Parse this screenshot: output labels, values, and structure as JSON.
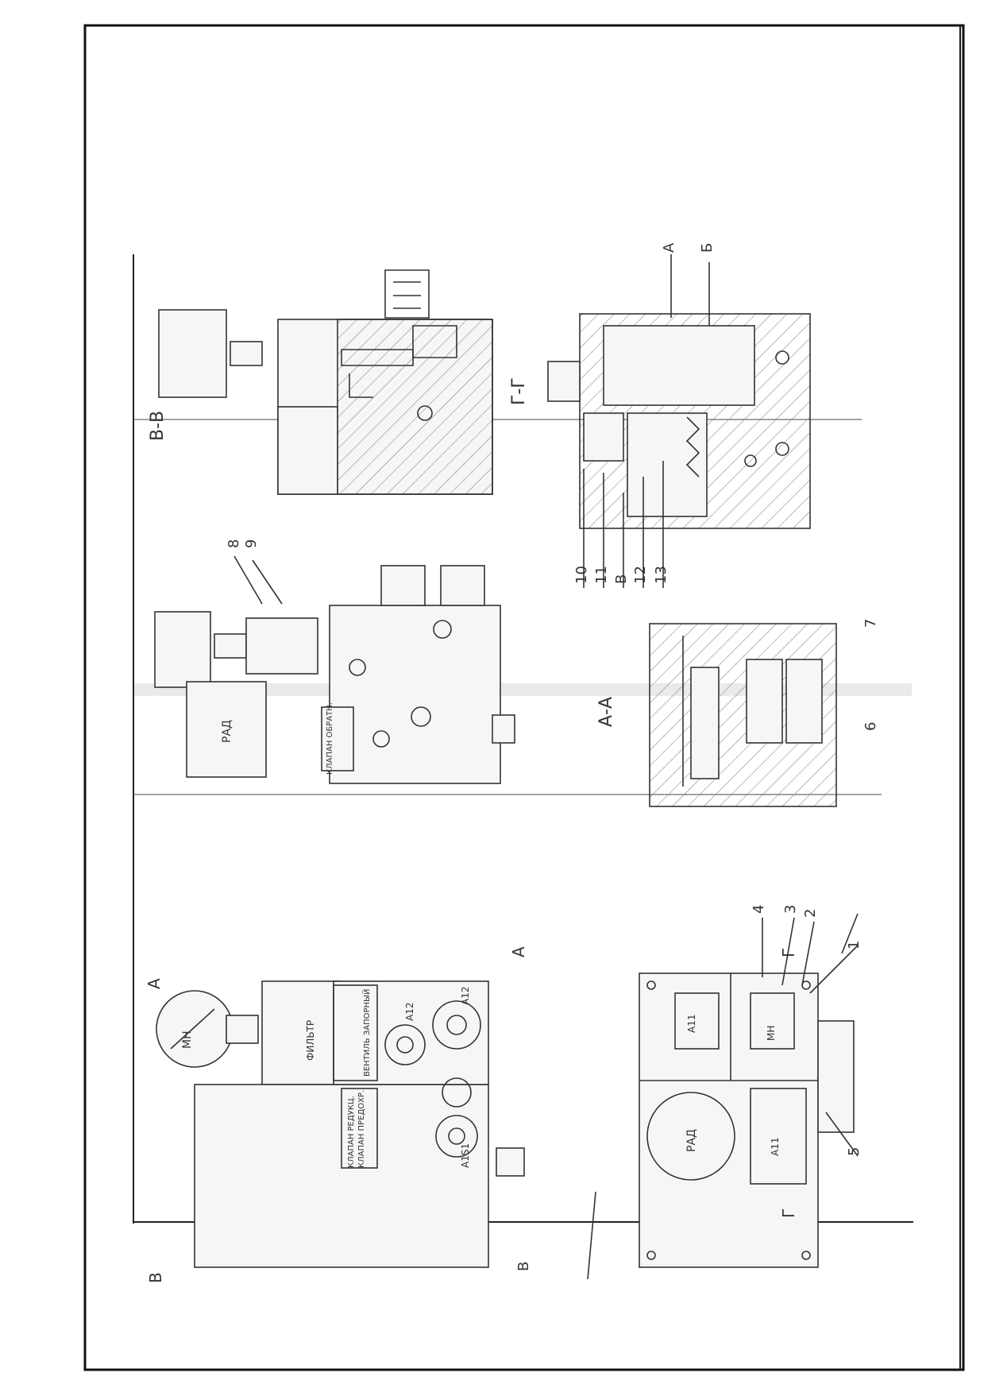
{
  "sections": {
    "bb": "В-В",
    "gg": "Г-Г",
    "aa": "А-А",
    "cut_v": "В",
    "cut_a": "А",
    "cut_g": "Г"
  },
  "callouts": [
    "1",
    "2",
    "3",
    "4",
    "5",
    "6",
    "7",
    "8",
    "9",
    "10",
    "11",
    "12",
    "13"
  ],
  "letters": {
    "a": "А",
    "b": "Б",
    "v": "В"
  },
  "components": {
    "manometer": "МН",
    "filter": "ФИЛЬТР",
    "rad": "РАД",
    "a11": "А11",
    "a12": "А12",
    "a12b": "А12",
    "a1s1": "А1S1"
  },
  "plates": {
    "valve_reduce": "КЛАПАН РЕДУКЦ.",
    "valve_safety": "КЛАПАН ПРЕДОХР.",
    "valve_check": "КЛАПАН ОБРАТН.",
    "spare": "ВЕНТИЛЬ ЗАПОРНЫЙ"
  }
}
